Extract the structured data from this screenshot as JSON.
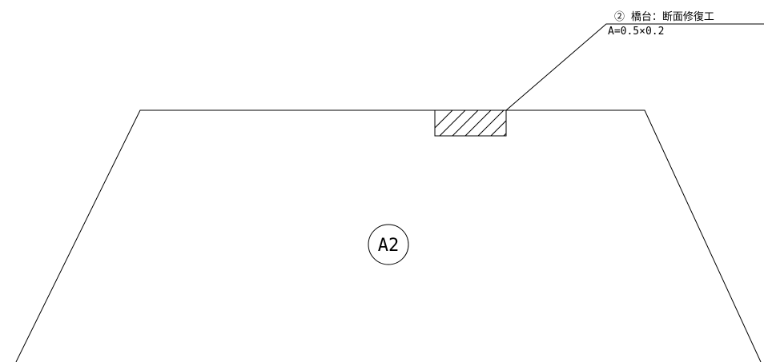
{
  "drawing": {
    "callout": {
      "title": "② 橋台：断面修復工",
      "area": "A=0.5×0.2"
    },
    "pier_mark": {
      "label": "A2"
    },
    "colors": {
      "line": "#000000",
      "background": "#ffffff"
    }
  }
}
